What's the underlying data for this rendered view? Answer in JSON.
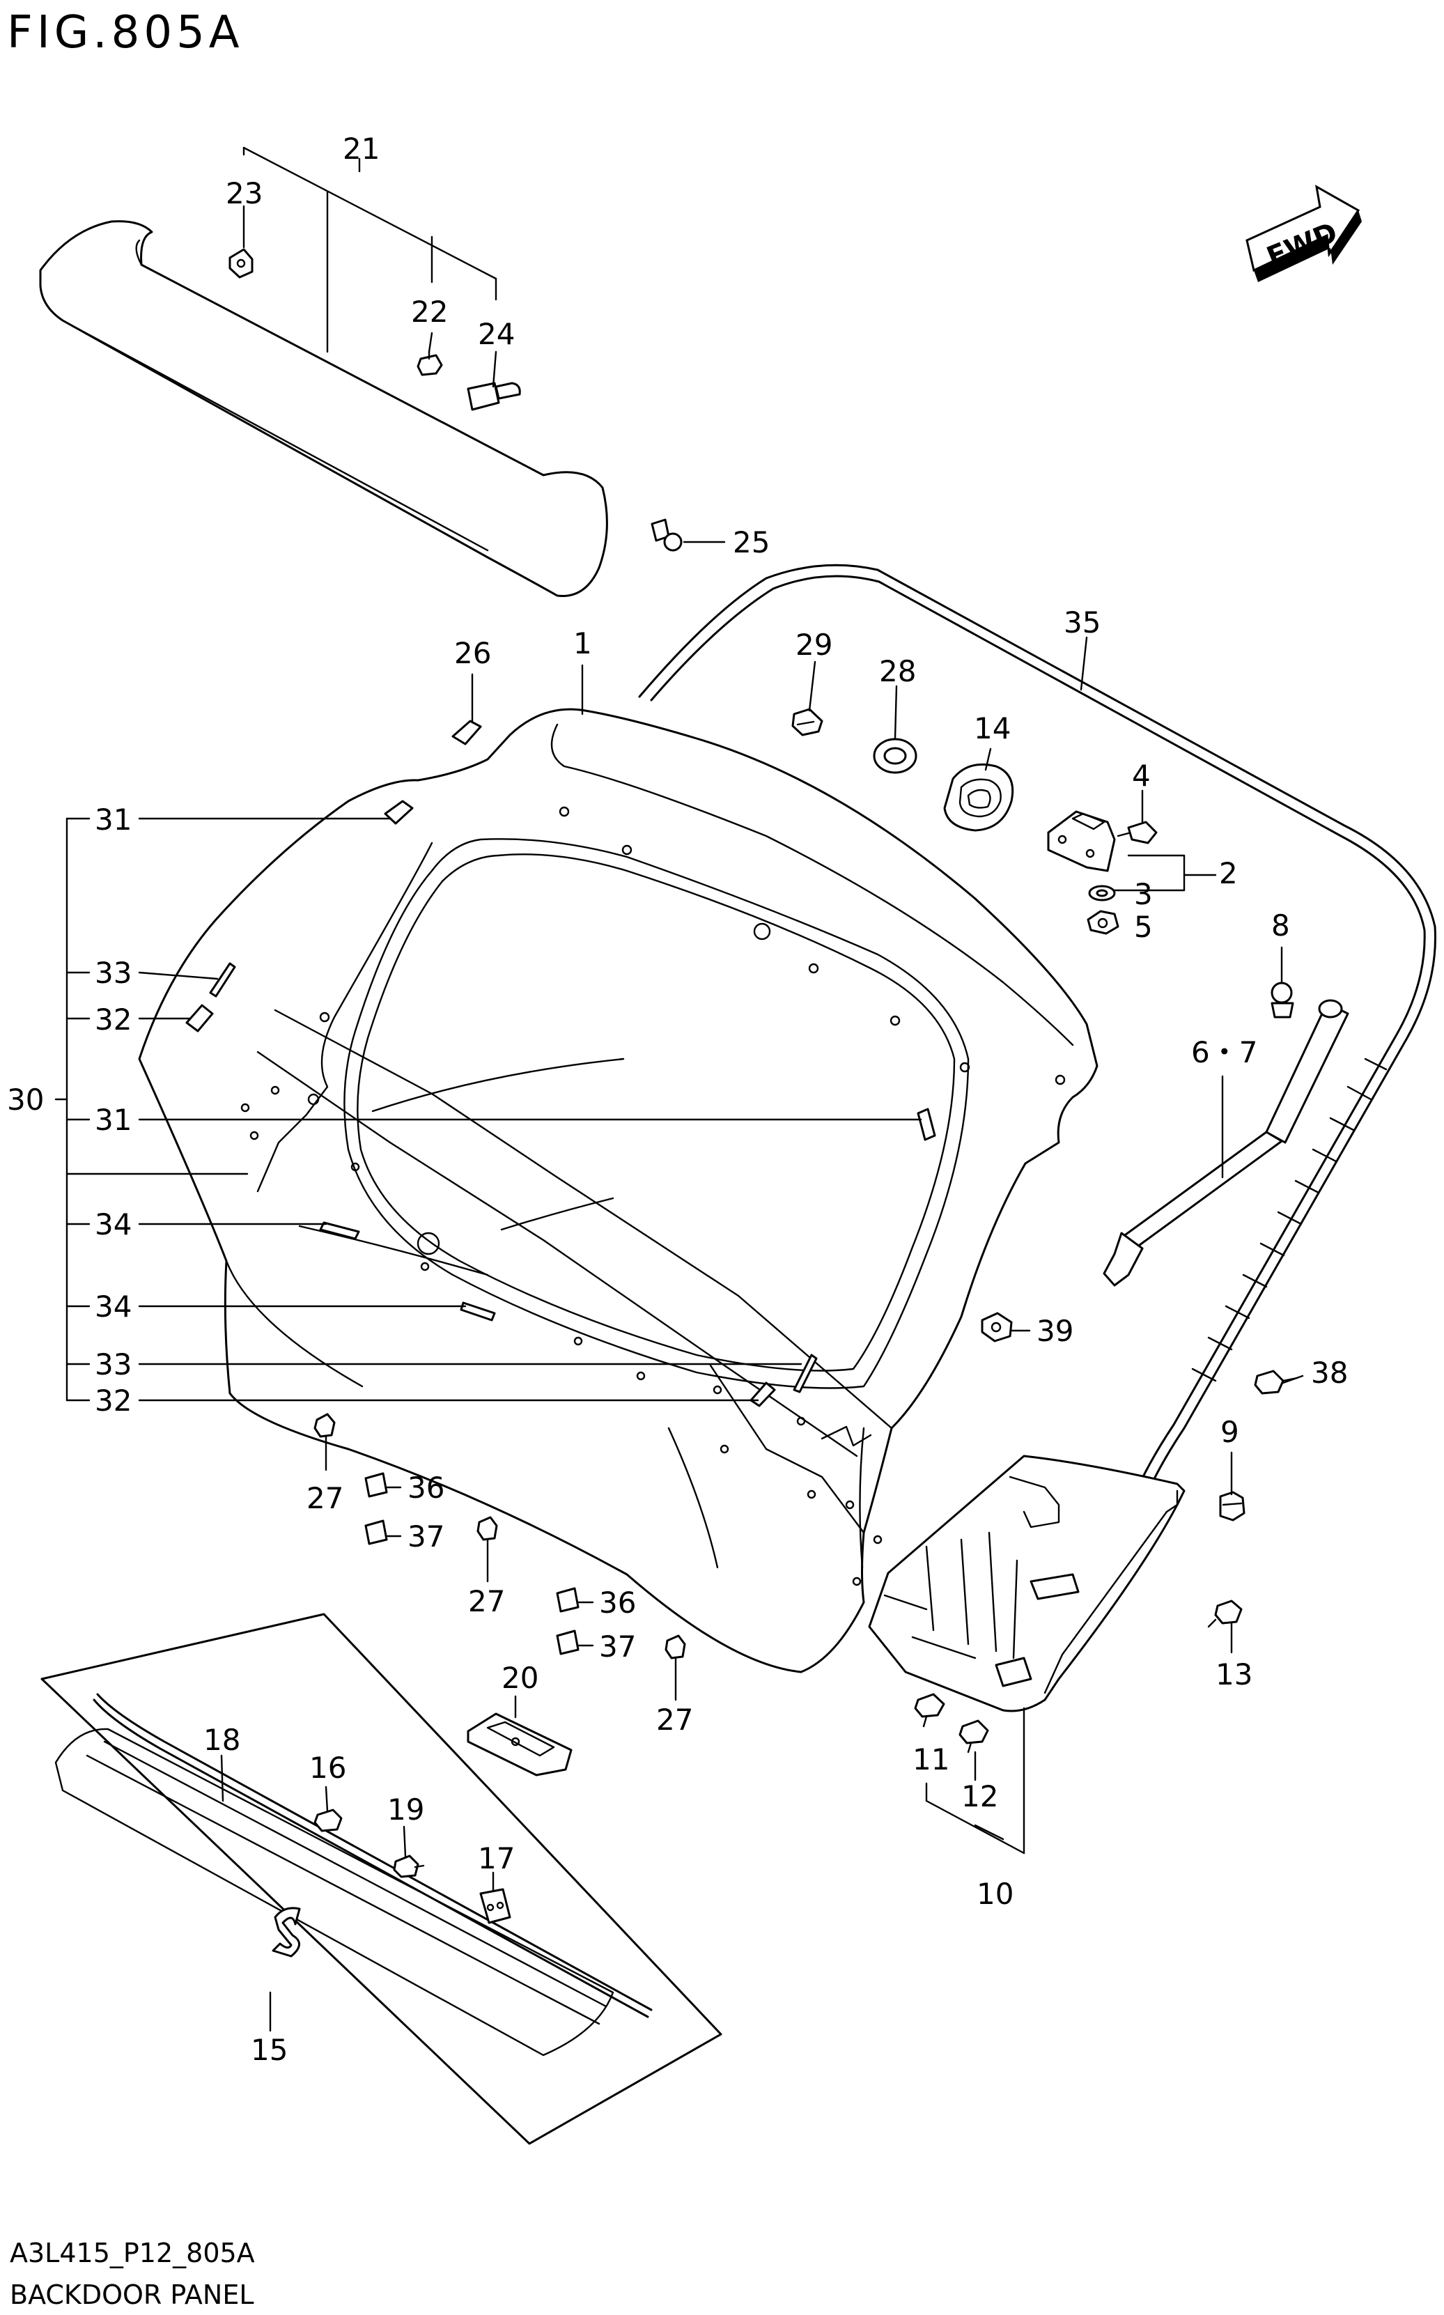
{
  "figure": {
    "title": "FIG.805A",
    "code": "A3L415_P12_805A",
    "caption": "BACKDOOR PANEL",
    "fwd_label": "FWD"
  },
  "callouts": {
    "c1": "1",
    "c2": "2",
    "c3": "3",
    "c4": "4",
    "c5": "5",
    "c6_7": "6・7",
    "c8": "8",
    "c9": "9",
    "c10": "10",
    "c11": "11",
    "c12": "12",
    "c13": "13",
    "c14": "14",
    "c15": "15",
    "c16": "16",
    "c17": "17",
    "c18": "18",
    "c19": "19",
    "c20": "20",
    "c21": "21",
    "c22": "22",
    "c23": "23",
    "c24": "24",
    "c25": "25",
    "c26": "26",
    "c27": "27",
    "c28": "28",
    "c29": "29",
    "c30": "30",
    "c31": "31",
    "c32": "32",
    "c33": "33",
    "c34": "34",
    "c35": "35",
    "c36": "36",
    "c37": "37",
    "c38": "38",
    "c39": "39"
  }
}
